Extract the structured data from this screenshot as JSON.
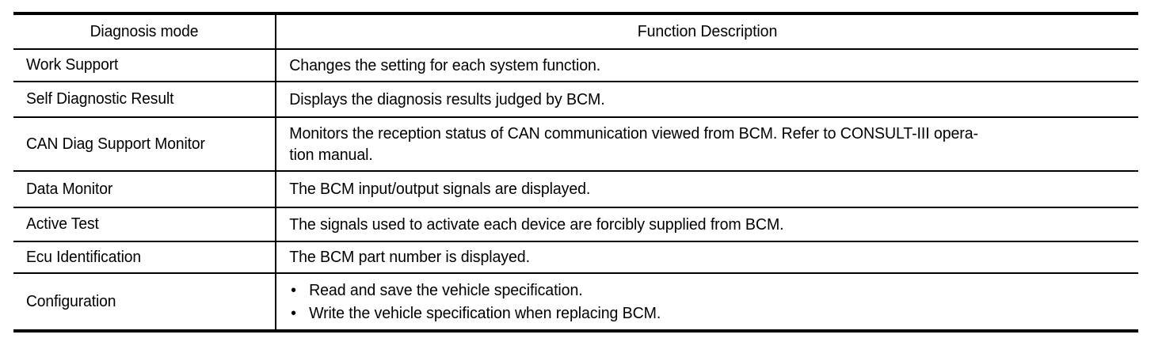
{
  "document": {
    "kind": "service-manual-table",
    "table_caption": "",
    "ink_color": "#000000",
    "paper_color": "#ffffff"
  },
  "table": {
    "headers": {
      "mode": "Diagnosis mode",
      "description": "Function Description"
    },
    "rows": [
      {
        "mode": "Work Support",
        "description": "Changes the setting for each system function.",
        "lines": [
          "Changes the setting for each system function."
        ],
        "bullets": null
      },
      {
        "mode": "Self Diagnostic Result",
        "description": "Displays the diagnosis results judged by BCM.",
        "lines": [
          "Displays the diagnosis results judged by BCM."
        ],
        "bullets": null
      },
      {
        "mode": "CAN Diag Support Monitor",
        "description": "Monitors the reception status of CAN communication viewed from BCM. Refer to CONSULT-III operation manual.",
        "lines": [
          "Monitors the reception status of CAN communication viewed from BCM. Refer to CONSULT-III opera-",
          "tion manual."
        ],
        "bullets": null
      },
      {
        "mode": "Data Monitor",
        "description": "The BCM input/output signals are displayed.",
        "lines": [
          "The BCM input/output signals are displayed."
        ],
        "bullets": null
      },
      {
        "mode": "Active Test",
        "description": "The signals used to activate each device are forcibly supplied from BCM.",
        "lines": [
          "The signals used to activate each device are forcibly supplied from BCM."
        ],
        "bullets": null
      },
      {
        "mode": "Ecu Identification",
        "description": "The BCM part number is displayed.",
        "lines": [
          "The BCM part number is displayed."
        ],
        "bullets": null
      },
      {
        "mode": "Configuration",
        "description": "Read and save the vehicle specification. Write the vehicle specification when replacing BCM.",
        "lines": null,
        "bullets": [
          "Read and save the vehicle specification.",
          "Write the vehicle specification when replacing BCM."
        ],
        "bullet_glyph": "•"
      }
    ]
  }
}
